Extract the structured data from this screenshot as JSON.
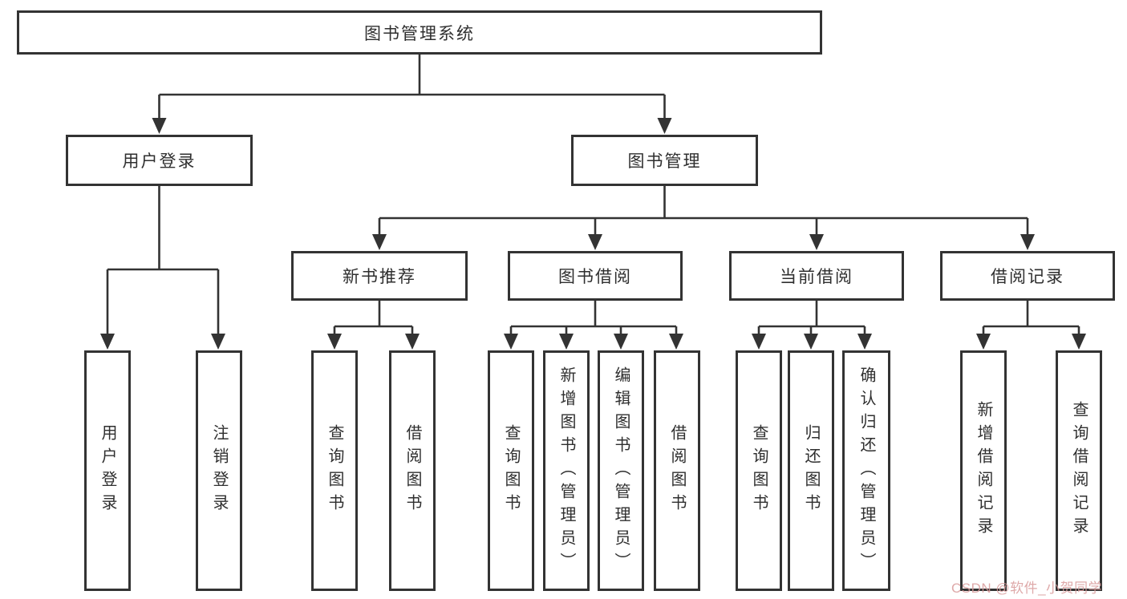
{
  "title": "图书管理系统",
  "watermark": "CSDN @软件_小贺同学",
  "colors": {
    "line": "#333333",
    "box_border": "#333333",
    "text": "#2f2f2f",
    "background": "#ffffff",
    "watermark": "#d89a9a"
  },
  "nodes": {
    "root": "图书管理系统",
    "l2": [
      "用户登录",
      "图书管理"
    ],
    "l3": [
      "新书推荐",
      "图书借阅",
      "当前借阅",
      "借阅记录"
    ],
    "leaves": [
      "用户登录",
      "注销登录",
      "查询图书",
      "借阅图书",
      "查询图书",
      "新增图书（管理员）",
      "编辑图书（管理员）",
      "借阅图书",
      "查询图书",
      "归还图书",
      "确认归还（管理员）",
      "新增借阅记录",
      "查询借阅记录"
    ]
  },
  "hierarchy": {
    "图书管理系统": {
      "用户登录": [
        "用户登录",
        "注销登录"
      ],
      "图书管理": {
        "新书推荐": [
          "查询图书",
          "借阅图书"
        ],
        "图书借阅": [
          "查询图书",
          "新增图书（管理员）",
          "编辑图书（管理员）",
          "借阅图书"
        ],
        "当前借阅": [
          "查询图书",
          "归还图书",
          "确认归还（管理员）"
        ],
        "借阅记录": [
          "新增借阅记录",
          "查询借阅记录"
        ]
      }
    }
  }
}
